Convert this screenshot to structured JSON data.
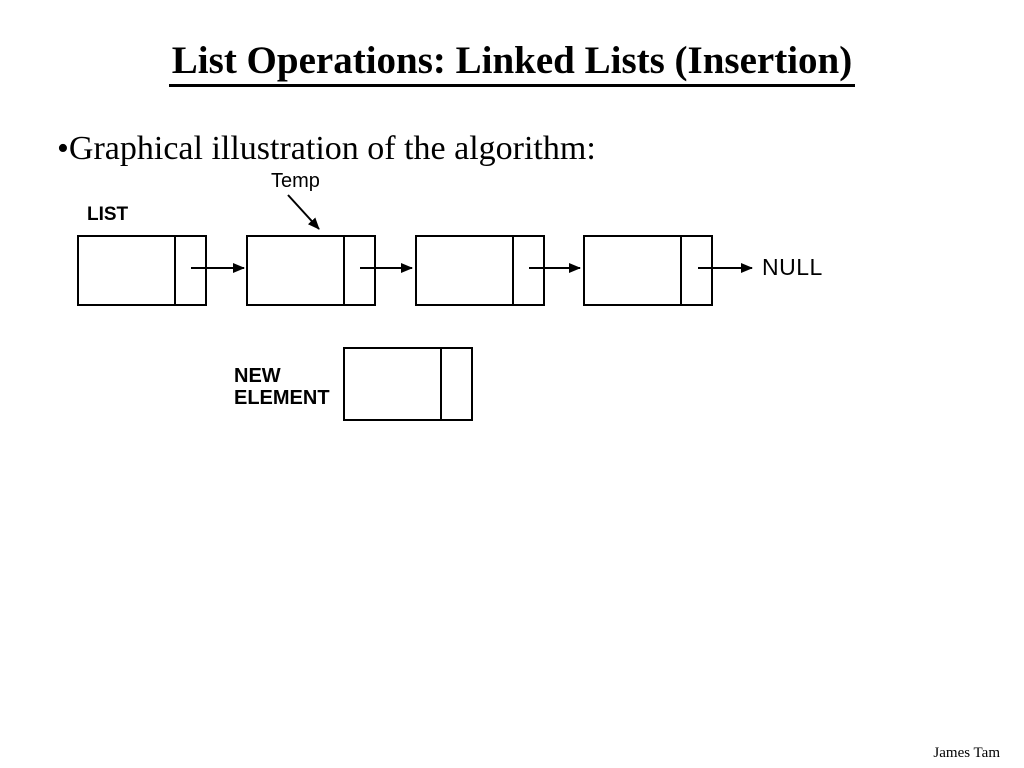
{
  "slide": {
    "title": "List Operations: Linked Lists (Insertion)",
    "bullet_text": "•Graphical illustration of the algorithm:",
    "footer": "James Tam"
  },
  "diagram": {
    "list_head_label": "LIST",
    "temp_pointer_label": "Temp",
    "null_terminator_label": "NULL",
    "new_element_label": {
      "line1": "NEW",
      "line2": "ELEMENT"
    },
    "chain_node_count": 4,
    "colors": {
      "background": "#ffffff",
      "line": "#000000",
      "text": "#000000"
    }
  }
}
